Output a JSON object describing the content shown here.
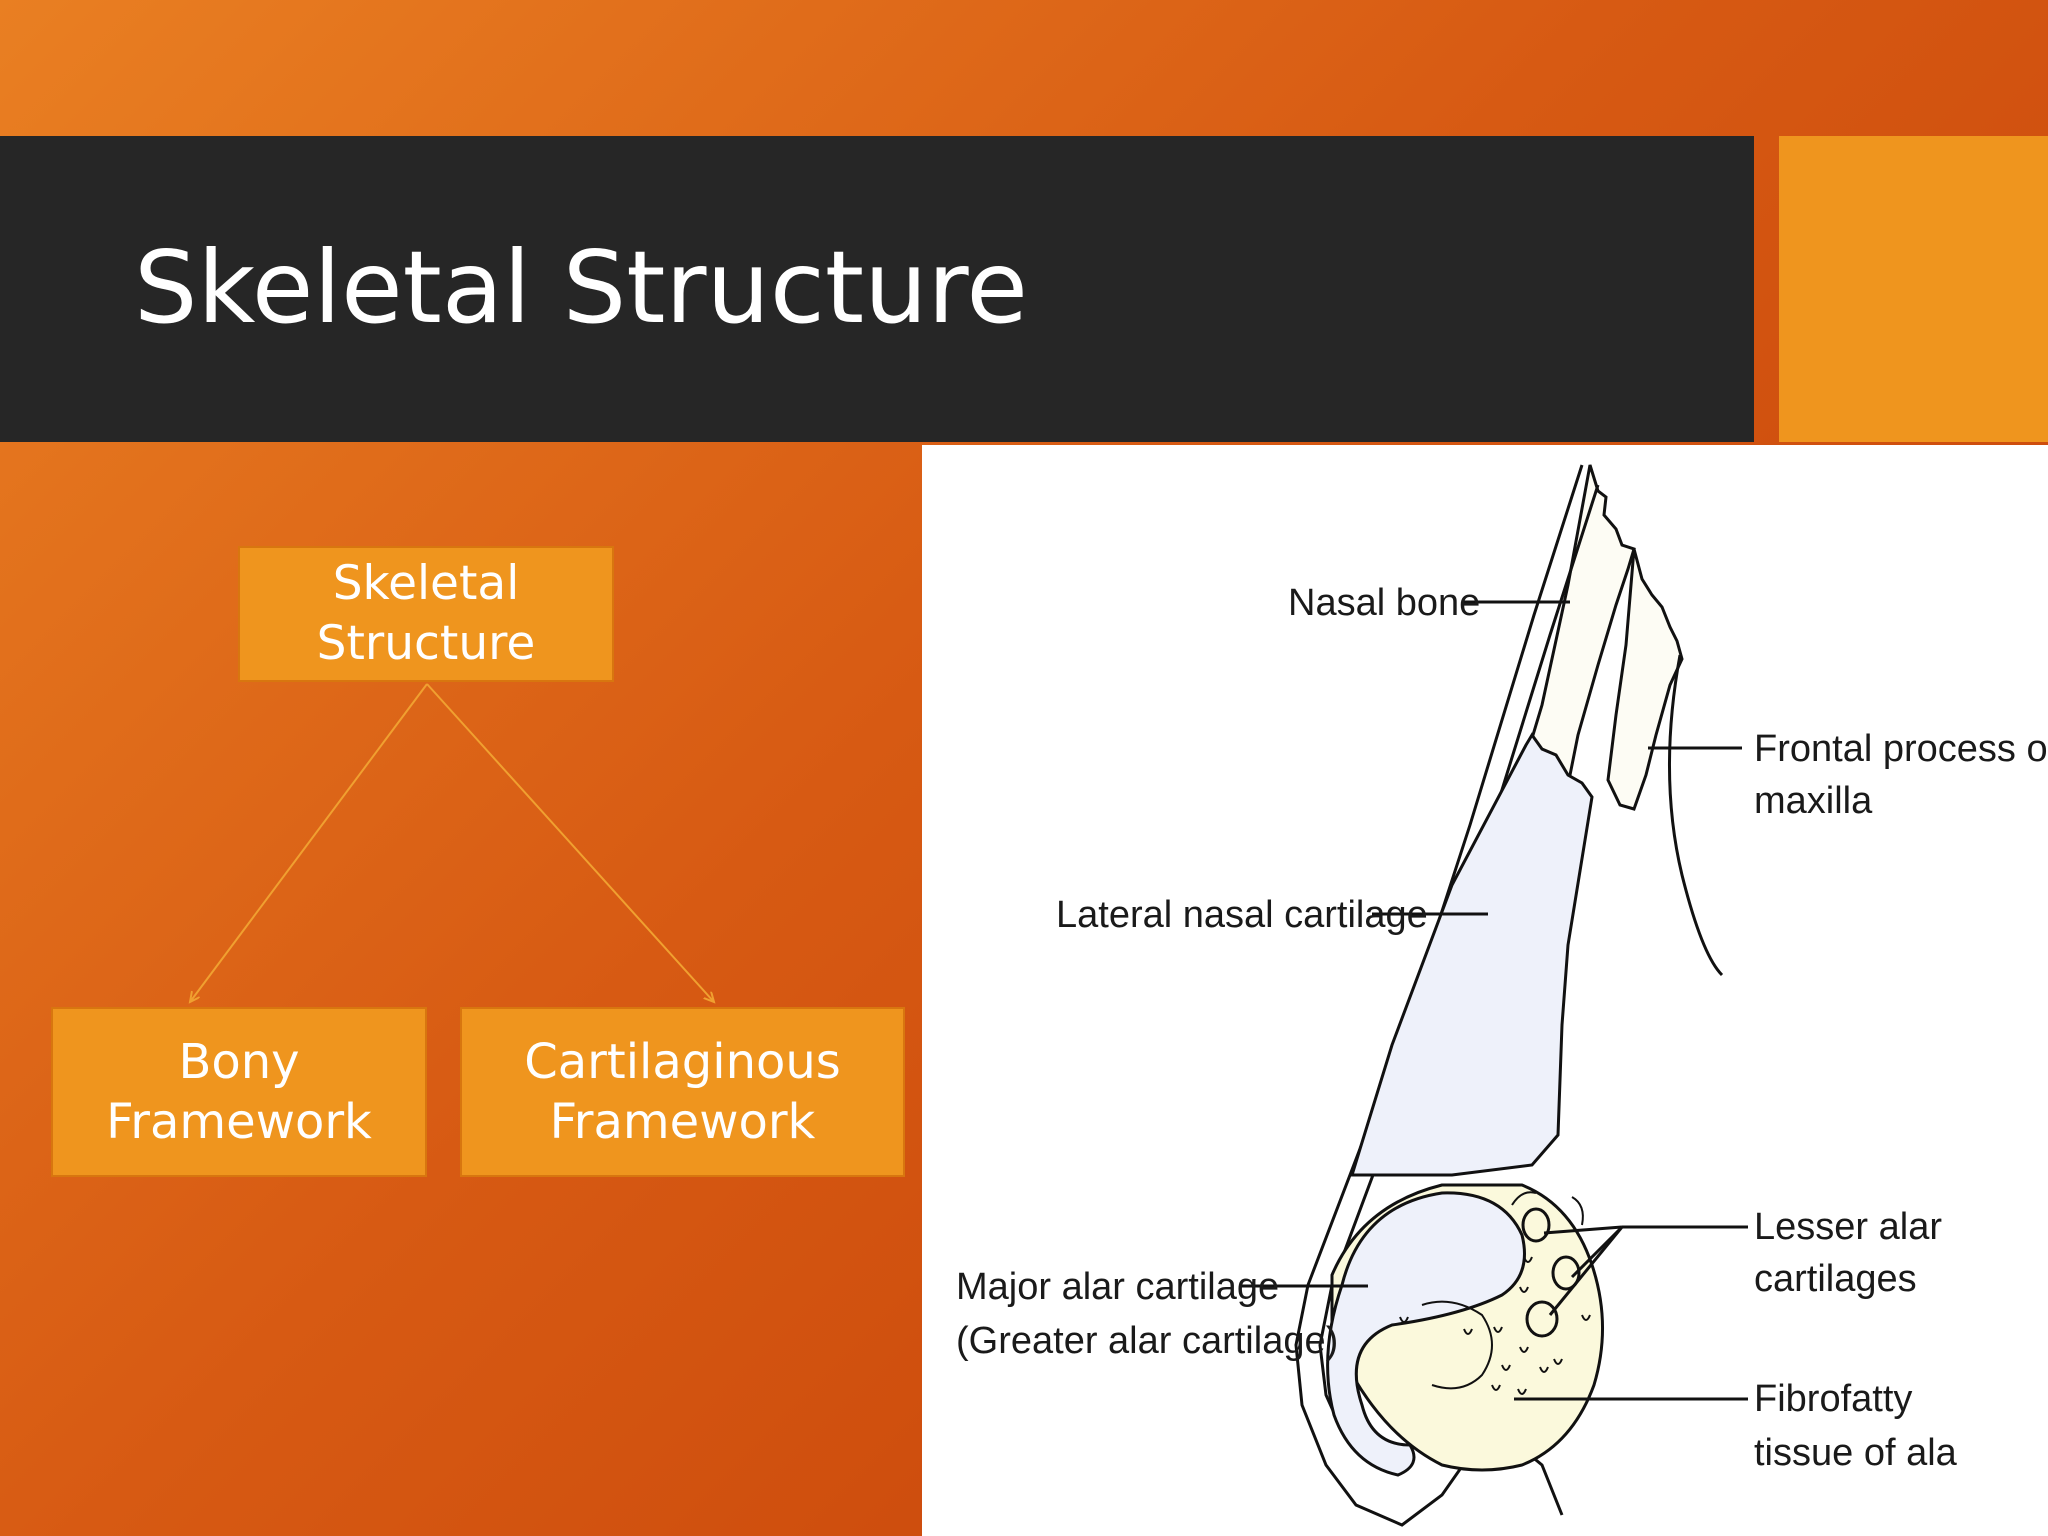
{
  "slide": {
    "title": "Skeletal Structure",
    "colors": {
      "background_start": "#e97f22",
      "background_end": "#c23d06",
      "title_bar": "#262626",
      "accent": "#ef951e",
      "node_fill": "#ef951e",
      "connector": "#f0a030"
    }
  },
  "hierarchy": {
    "root": {
      "label": "Skeletal\nStructure"
    },
    "children": [
      {
        "label": "Bony\nFramework"
      },
      {
        "label": "Cartilaginous\nFramework"
      }
    ]
  },
  "figure": {
    "labels": {
      "nasal_bone": "Nasal bone",
      "frontal_process_1": "Frontal process of",
      "frontal_process_2": "maxilla",
      "lateral_nasal_cartilage": "Lateral nasal cartilage",
      "major_alar_1": "Major alar cartilage",
      "major_alar_2": "(Greater alar cartilage)",
      "lesser_alar_1": "Lesser alar",
      "lesser_alar_2": "cartilages",
      "fibrofatty_1": "Fibrofatty",
      "fibrofatty_2": "tissue of ala"
    }
  }
}
